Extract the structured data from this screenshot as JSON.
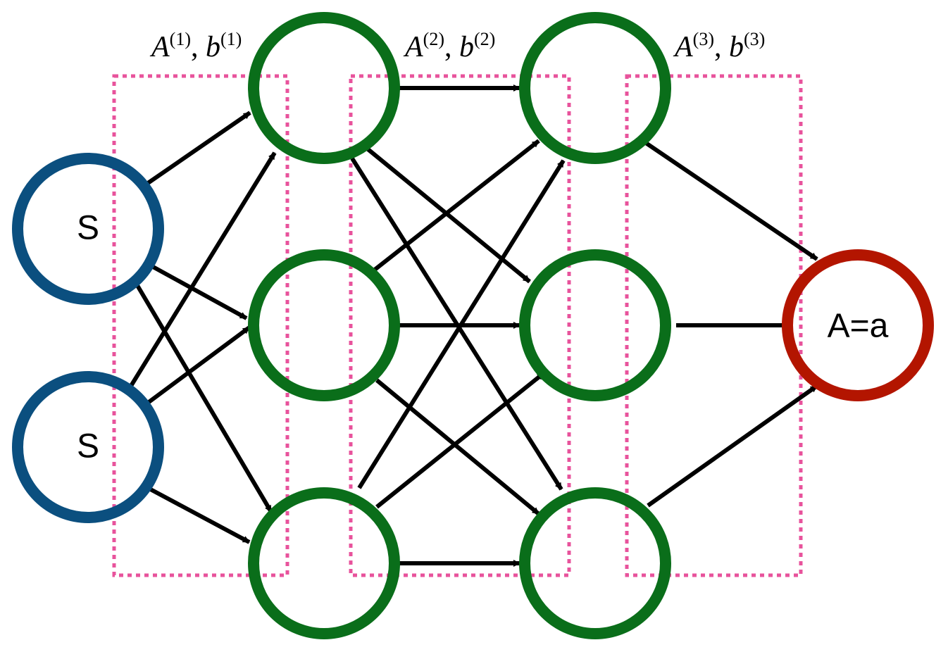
{
  "colors": {
    "input": "#0b4f7f",
    "hidden": "#0a6e1a",
    "output": "#b31500",
    "box": "#e8539c",
    "edge": "#000000"
  },
  "nodes": {
    "input_1": "S",
    "input_2": "S",
    "output": "A=a"
  },
  "layers": [
    {
      "mat": "A",
      "vec": "b",
      "sup": "(1)"
    },
    {
      "mat": "A",
      "vec": "b",
      "sup": "(2)"
    },
    {
      "mat": "A",
      "vec": "b",
      "sup": "(3)"
    }
  ]
}
